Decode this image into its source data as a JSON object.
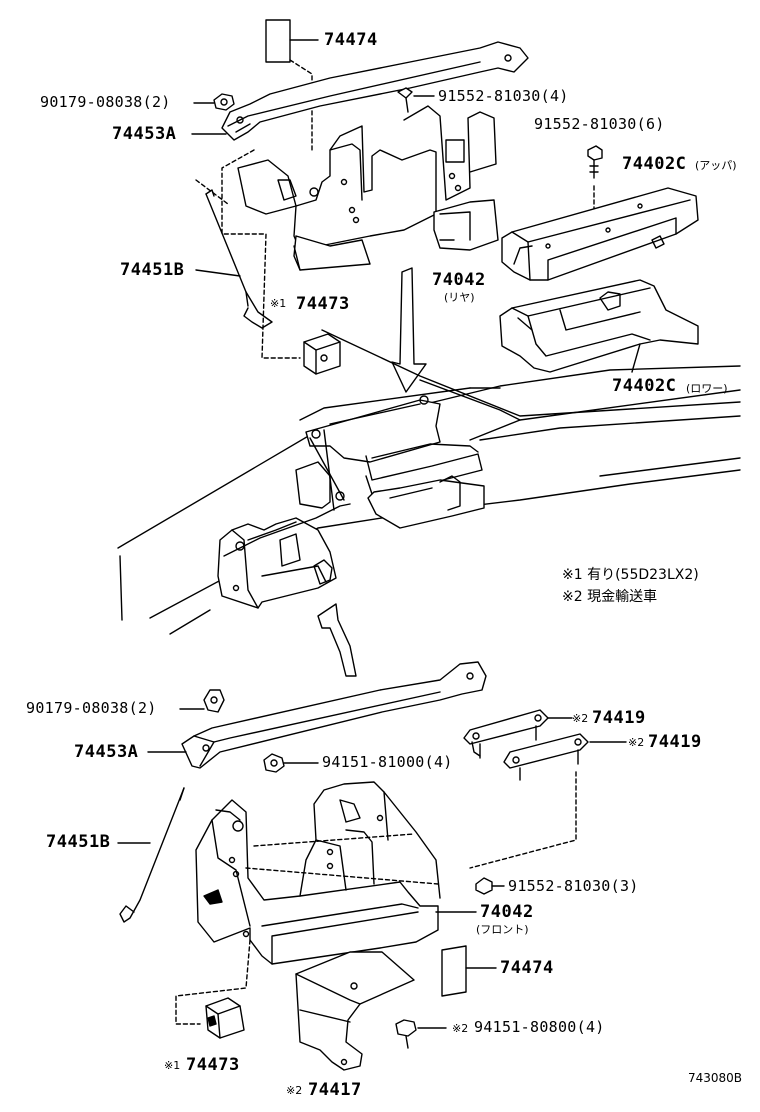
{
  "diagram_code": "743080B",
  "notes": [
    "※1 有り(55D23LX2)",
    "※2 現金輸送車"
  ],
  "labels": {
    "top_74474": "74474",
    "top_90179": "90179-08038(2)",
    "top_74453A": "74453A",
    "top_91552_4": "91552-81030(4)",
    "top_91552_6": "91552-81030(6)",
    "top_74402C_upper": "74402C",
    "top_74402C_upper_sub": "(アッパ)",
    "top_74451B": "74451B",
    "top_74042": "74042",
    "top_74042_sub": "(リヤ)",
    "top_74473": "74473",
    "top_74473_mark": "※1",
    "top_74402C_lower": "74402C",
    "top_74402C_lower_sub": "(ロワー)",
    "bot_90179": "90179-08038(2)",
    "bot_74453A": "74453A",
    "bot_94151_4": "94151-81000(4)",
    "bot_74419_a": "74419",
    "bot_74419_a_mark": "※2",
    "bot_74419_b": "74419",
    "bot_74419_b_mark": "※2",
    "bot_74451B": "74451B",
    "bot_91552_3": "91552-81030(3)",
    "bot_74042": "74042",
    "bot_74042_sub": "(フロント)",
    "bot_74474": "74474",
    "bot_94151_80800": "94151-80800(4)",
    "bot_94151_80800_mark": "※2",
    "bot_74473": "74473",
    "bot_74473_mark": "※1",
    "bot_74417": "74417",
    "bot_74417_mark": "※2"
  }
}
